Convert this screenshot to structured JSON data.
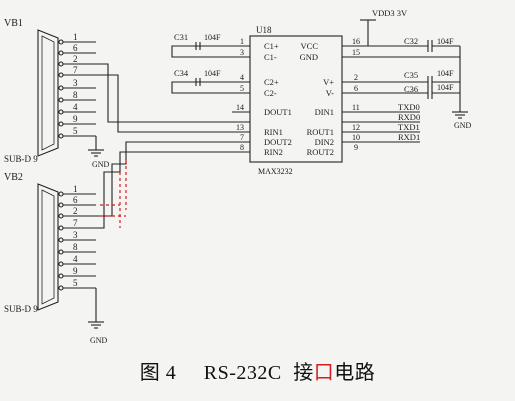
{
  "connectors": {
    "vb1": {
      "name": "VB1",
      "type": "SUB-D 9",
      "pins": [
        "1",
        "6",
        "2",
        "7",
        "3",
        "8",
        "4",
        "9",
        "5"
      ]
    },
    "vb2": {
      "name": "VB2",
      "type": "SUB-D 9",
      "pins": [
        "1",
        "6",
        "2",
        "7",
        "3",
        "8",
        "4",
        "9",
        "5"
      ]
    }
  },
  "ic": {
    "ref": "U18",
    "part": "MAX3232",
    "left_pins": [
      {
        "label": "C1+",
        "num": "1"
      },
      {
        "label": "C1-",
        "num": "3"
      },
      {
        "label": "C2+",
        "num": "4"
      },
      {
        "label": "C2-",
        "num": "5"
      },
      {
        "label": "DOUT1",
        "num": "14"
      },
      {
        "label": "RIN1",
        "num": "13"
      },
      {
        "label": "DOUT2",
        "num": "7"
      },
      {
        "label": "RIN2",
        "num": "8"
      }
    ],
    "right_pins": [
      {
        "label": "VCC",
        "num": "16"
      },
      {
        "label": "GND",
        "num": "15"
      },
      {
        "label": "V+",
        "num": "2"
      },
      {
        "label": "V-",
        "num": "6"
      },
      {
        "label": "DIN1",
        "num": "11"
      },
      {
        "label": "ROUT1",
        "num": "12"
      },
      {
        "label": "DIN2",
        "num": "10"
      },
      {
        "label": "ROUT2",
        "num": "9"
      }
    ]
  },
  "capacitors": [
    {
      "ref": "C31",
      "value": "104F"
    },
    {
      "ref": "C34",
      "value": "104F"
    },
    {
      "ref": "C32",
      "value": "104F"
    },
    {
      "ref": "C35",
      "value": "104F"
    },
    {
      "ref": "C36",
      "value": "104F"
    }
  ],
  "power": {
    "vdd": "VDD3 3V",
    "gnd": "GND"
  },
  "nets": [
    "TXD0",
    "RXD0",
    "TXD1",
    "RXD1"
  ],
  "caption": {
    "number": "图 4",
    "title": "RS-232C",
    "cn_a": "接",
    "cn_b": "口",
    "cn_c": "电路"
  },
  "colors": {
    "ink": "#1a1a1a",
    "red": "#d21e1e",
    "paper": "#f4f4f2"
  }
}
